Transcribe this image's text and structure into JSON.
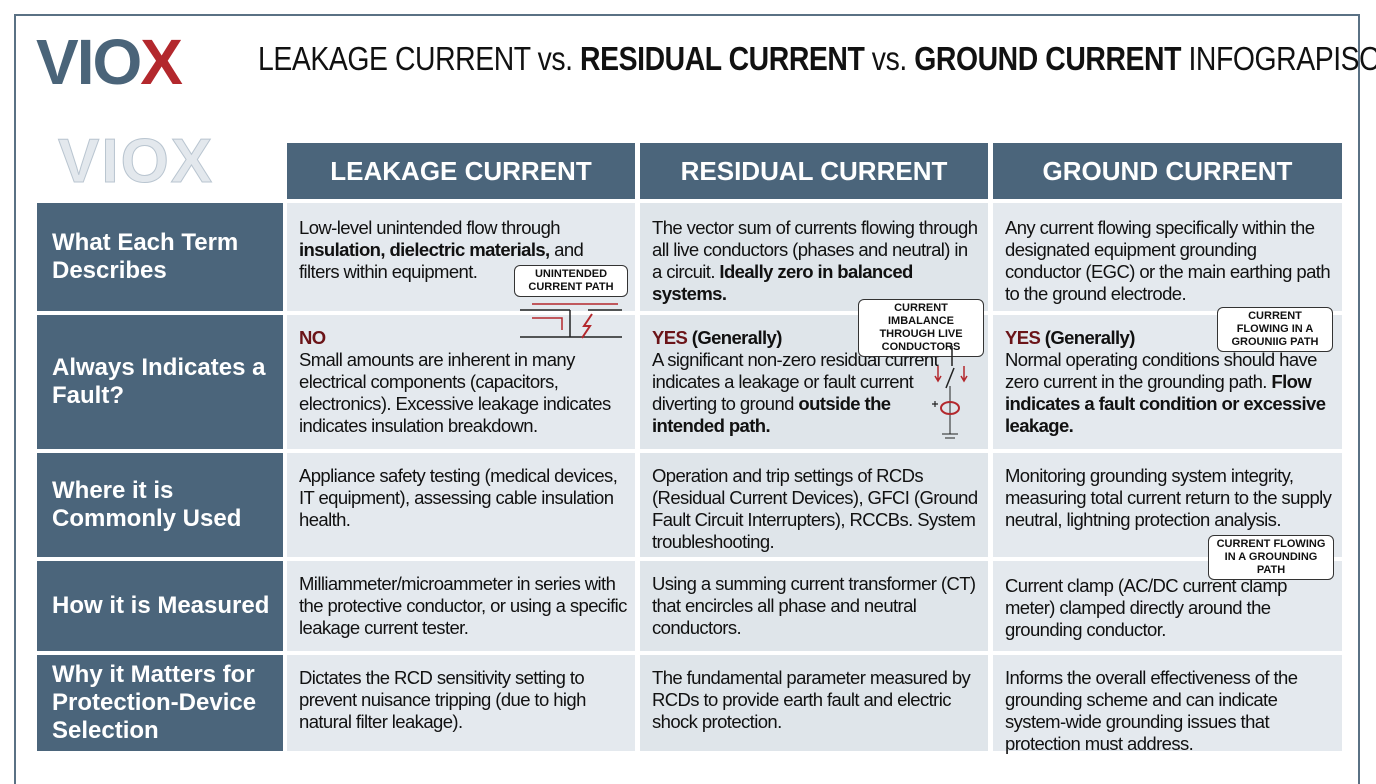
{
  "logo": {
    "text_main": "VIO",
    "text_accent": "X",
    "accent_color": "#b3282d",
    "brand_color": "#4a6479"
  },
  "title": {
    "p1": "LEAKAGE CURRENT vs. ",
    "p2": "RESIDUAL CURRENT",
    "p3": " vs. ",
    "p4": "GROUND CURRENT",
    "p5": " INFOGRAPISON"
  },
  "columns": [
    "LEAKAGE CURRENT",
    "RESIDUAL CURRENT",
    "GROUND CURRENT"
  ],
  "rows": [
    {
      "label": "What Each Term Describes",
      "cells": [
        [
          {
            "t": "Low-level unintended flow through "
          },
          {
            "t": "insulation, dielectric materials,",
            "b": true
          },
          {
            "t": " and filters within equipment."
          }
        ],
        [
          {
            "t": "The vector sum of currents flowing through all live conductors (phases and neutral) in a circuit. "
          },
          {
            "t": "Ideally zero in balanced systems.",
            "b": true
          }
        ],
        [
          {
            "t": "Any current flowing specifically within the designated equipment grounding conductor (EGC) or the main earthing path to the ground electrode."
          }
        ]
      ]
    },
    {
      "label": "Always Indicates a Fault?",
      "cells": [
        [
          {
            "t": "NO",
            "y": true,
            "br": true
          },
          {
            "t": "Small amounts are inherent in many electrical components (capacitors, electronics). Excessive leakage indicates indicates insulation breakdown."
          }
        ],
        [
          {
            "t": "YES",
            "y": true
          },
          {
            "t": " (Generally)",
            "b": true,
            "br": true
          },
          {
            "t": "A significant non-zero residual current indicates a leakage or fault current diverting to ground "
          },
          {
            "t": "outside the intended path.",
            "b": true
          }
        ],
        [
          {
            "t": "YES",
            "y": true
          },
          {
            "t": " (Generally)",
            "b": true,
            "br": true
          },
          {
            "t": "Normal operating conditions should have zero current in the grounding path. "
          },
          {
            "t": "Flow indicates a fault condition or excessive leakage.",
            "b": true
          }
        ]
      ]
    },
    {
      "label": "Where it is Commonly Used",
      "cells": [
        [
          {
            "t": "Appliance safety testing (medical devices, IT equipment), assessing cable insulation health."
          }
        ],
        [
          {
            "t": "Operation and trip settings of RCDs (Residual Current Devices), GFCI (Ground Fault Circuit Interrupters), RCCBs. System troubleshooting."
          }
        ],
        [
          {
            "t": "Monitoring grounding system integrity, measuring total current return to the supply neutral, lightning protection analysis."
          }
        ]
      ]
    },
    {
      "label": "How it is Measured",
      "cells": [
        [
          {
            "t": "Milliammeter/microammeter in series with the protective conductor, or using a specific leakage current tester."
          }
        ],
        [
          {
            "t": "Using a summing current transformer (CT) that encircles all phase and neutral conductors."
          }
        ],
        [
          {
            "t": "Current clamp (AC/DC current clamp meter) clamped directly around the grounding conductor."
          }
        ]
      ]
    },
    {
      "label": "Why it Matters for Protection-Device Selection",
      "cells": [
        [
          {
            "t": "Dictates the RCD sensitivity setting to prevent nuisance tripping (due to high natural filter leakage)."
          }
        ],
        [
          {
            "t": "The fundamental parameter measured by RCDs to provide earth fault and electric shock protection."
          }
        ],
        [
          {
            "t": "Informs the overall effectiveness of the grounding scheme and can indicate system-wide grounding issues that protection must address."
          }
        ]
      ]
    }
  ],
  "callouts": [
    "UNINTENDED CURRENT PATH",
    "CURRENT IMBALANCE THROUGH LIVE CONDUCTORS",
    "CURRENT FLOWING IN A GROUNIIG PATH",
    "CURRENT FLOWING IN A GROUNDING PATH"
  ],
  "watermark": "VIOX"
}
